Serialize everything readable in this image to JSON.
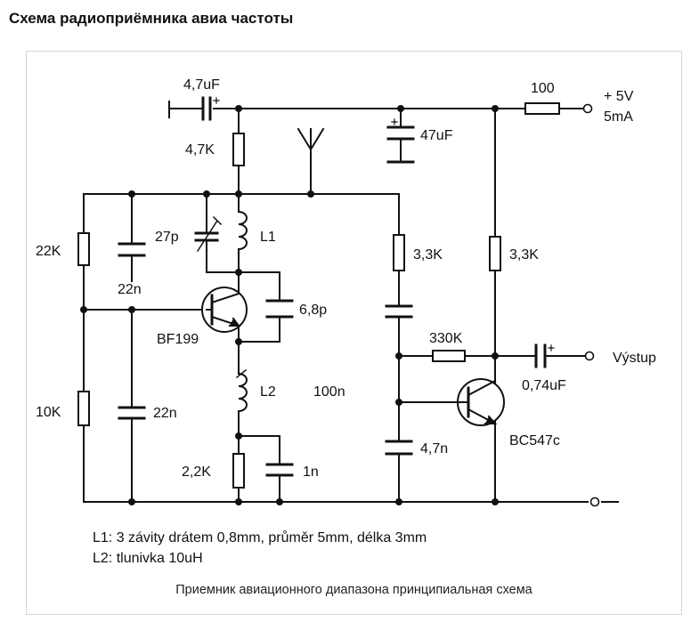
{
  "page": {
    "title": "Схема радиоприёмника авиа частоты",
    "caption": "Приемник авиационного диапазона принципиальная схема"
  },
  "schematic": {
    "labels": {
      "c_in": "4,7uF",
      "r_top": "4,7K",
      "c_47u": "47uF",
      "r_100": "100",
      "supply_v": "+ 5V",
      "supply_i": "5mA",
      "r_22k": "22K",
      "c_27p": "27p",
      "l1": "L1",
      "c_22n_a": "22n",
      "r_33k_a": "3,3K",
      "r_33k_b": "3,3K",
      "c_68p": "6,8p",
      "t1": "BF199",
      "r_330k": "330K",
      "c_out": "0,74uF",
      "output": "Výstup",
      "l2": "L2",
      "l2_val": "100n",
      "r_10k": "10K",
      "c_22n_b": "22n",
      "t2": "BC547c",
      "c_47n": "4,7n",
      "r_22k2": "2,2K",
      "c_1n": "1n"
    },
    "notes": [
      "L1: 3 závity drátem 0,8mm, průměr 5mm, délka 3mm",
      "L2:  tlunivka 10uH"
    ]
  },
  "colors": {
    "ink": "#111111",
    "frame": "#d6d6d6"
  }
}
